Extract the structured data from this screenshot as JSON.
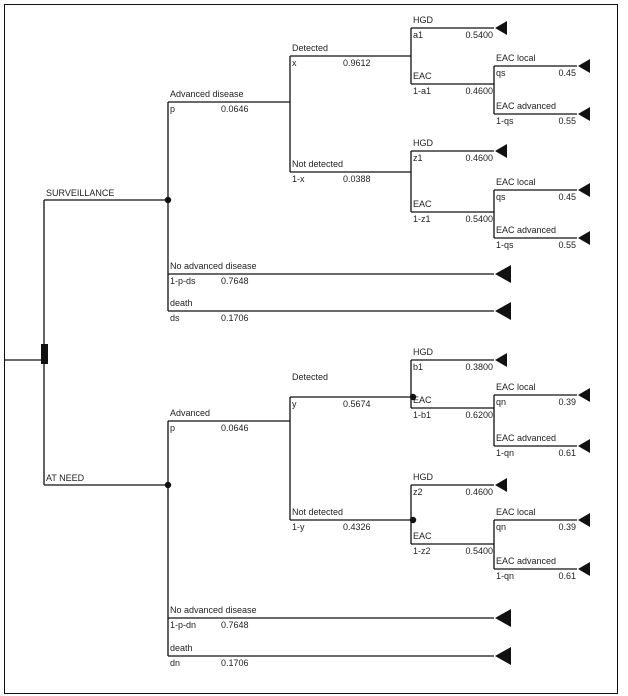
{
  "strategies": {
    "surveillance": "SURVEILLANCE",
    "at_need": "AT NEED"
  },
  "branches": {
    "s_adv": {
      "label": "Advanced disease",
      "prob_name": "p",
      "prob": "0.0646"
    },
    "s_det": {
      "label": "Detected",
      "prob_name": "x",
      "prob": "0.9612"
    },
    "s_det_hgd": {
      "label": "HGD",
      "prob_name": "a1",
      "prob": "0.5400"
    },
    "s_det_eac": {
      "label": "EAC",
      "prob_name": "1-a1",
      "prob": "0.4600"
    },
    "s_det_eac_loc": {
      "label": "EAC local",
      "prob_name": "qs",
      "prob": "0.45"
    },
    "s_det_eac_adv": {
      "label": "EAC advanced",
      "prob_name": "1-qs",
      "prob": "0.55"
    },
    "s_nd": {
      "label": "Not detected",
      "prob_name": "1-x",
      "prob": "0.0388"
    },
    "s_nd_hgd": {
      "label": "HGD",
      "prob_name": "z1",
      "prob": "0.4600"
    },
    "s_nd_eac": {
      "label": "EAC",
      "prob_name": "1-z1",
      "prob": "0.5400"
    },
    "s_nd_eac_loc": {
      "label": "EAC local",
      "prob_name": "qs",
      "prob": "0.45"
    },
    "s_nd_eac_adv": {
      "label": "EAC advanced",
      "prob_name": "1-qs",
      "prob": "0.55"
    },
    "s_noadv": {
      "label": "No advanced disease",
      "prob_name": "1-p-ds",
      "prob": "0.7648"
    },
    "s_death": {
      "label": "death",
      "prob_name": "ds",
      "prob": "0.1706"
    },
    "n_adv": {
      "label": "Advanced",
      "prob_name": "p",
      "prob": "0.0646"
    },
    "n_det": {
      "label": "Detected",
      "prob_name": "y",
      "prob": "0.5674"
    },
    "n_det_hgd": {
      "label": "HGD",
      "prob_name": "b1",
      "prob": "0.3800"
    },
    "n_det_eac": {
      "label": "EAC",
      "prob_name": "1-b1",
      "prob": "0.6200"
    },
    "n_det_eac_loc": {
      "label": "EAC local",
      "prob_name": "qn",
      "prob": "0.39"
    },
    "n_det_eac_adv": {
      "label": "EAC advanced",
      "prob_name": "1-qn",
      "prob": "0.61"
    },
    "n_nd": {
      "label": "Not detected",
      "prob_name": "1-y",
      "prob": "0.4326"
    },
    "n_nd_hgd": {
      "label": "HGD",
      "prob_name": "z2",
      "prob": "0.4600"
    },
    "n_nd_eac": {
      "label": "EAC",
      "prob_name": "1-z2",
      "prob": "0.5400"
    },
    "n_nd_eac_loc": {
      "label": "EAC local",
      "prob_name": "qn",
      "prob": "0.39"
    },
    "n_nd_eac_adv": {
      "label": "EAC advanced",
      "prob_name": "1-qn",
      "prob": "0.61"
    },
    "n_noadv": {
      "label": "No advanced disease",
      "prob_name": "1-p-dn",
      "prob": "0.7648"
    },
    "n_death": {
      "label": "death",
      "prob_name": "dn",
      "prob": "0.1706"
    }
  }
}
